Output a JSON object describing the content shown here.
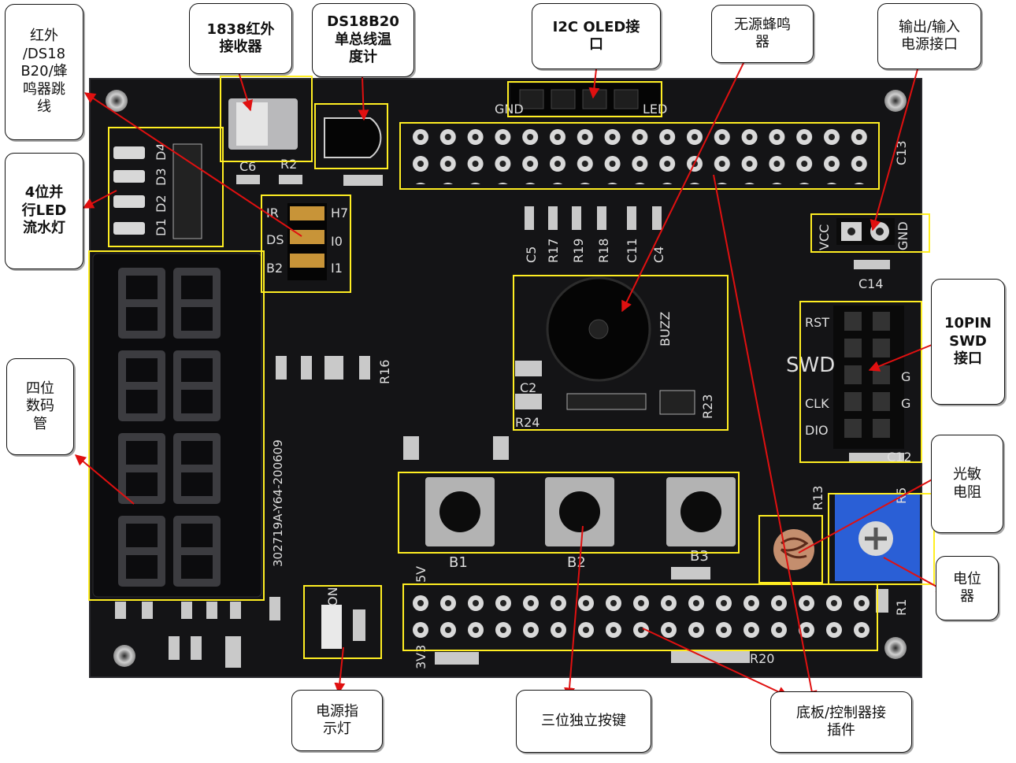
{
  "callouts": {
    "ir_ds18b20_buzzer_jumper": "红外\n/DS18\nB20/蜂\n鸣器跳\n线",
    "ir_receiver_1838": "1838红外\n接收器",
    "ds18b20_sensor": "DS18B20\n单总线温\n度计",
    "i2c_oled": "I2C OLED接\n口",
    "passive_buzzer": "无源蜂鸣\n器",
    "power_io": "输出/输入\n电源接口",
    "led_4bit": "4位并\n行LED\n流水灯",
    "swd_10pin": "10PIN\nSWD\n接口",
    "seven_segment": "四位\n数码\n管",
    "photoresistor": "光敏\n电阻",
    "potentiometer": "电位\n器",
    "power_led": "电源指\n示灯",
    "three_keys": "三位独立按键",
    "base_connector": "底板/控制器接\n插件"
  },
  "board": {
    "silkscreen": {
      "gnd": "GND",
      "led": "LED",
      "c13": "C13",
      "c6": "C6",
      "r2": "R2",
      "vcc": "VCC",
      "gnd_right": "GND",
      "c14": "C14",
      "rst": "RST",
      "swd": "SWD",
      "g1": "G",
      "g2": "G",
      "clk": "CLK",
      "dio": "DIO",
      "c12": "C12",
      "c5": "C5",
      "r17": "R17",
      "r19": "R19",
      "r18": "R18",
      "c11": "C11",
      "c4": "C4",
      "buzz": "BUZZ",
      "c2": "C2",
      "r24": "R24",
      "r23": "R23",
      "r16": "R16",
      "ir": "IR",
      "ds": "DS",
      "b2": "B2",
      "h7": "H7",
      "i0": "I0",
      "i1": "I1",
      "d1": "D1",
      "d2": "D2",
      "d3": "D3",
      "d4": "D4",
      "b1_key": "B1",
      "b2_key": "B2",
      "b3_key": "B3",
      "r13": "R13",
      "r5": "R5",
      "r1": "R1",
      "r20": "R20",
      "v5": "5V",
      "v33": "3V3",
      "on": "ON",
      "model": "302719A-Y64-200609"
    }
  },
  "colors": {
    "board": "#111114",
    "highlight": "#ffee22",
    "arrow": "#e01010",
    "potentiometer": "#2a5fd6"
  }
}
